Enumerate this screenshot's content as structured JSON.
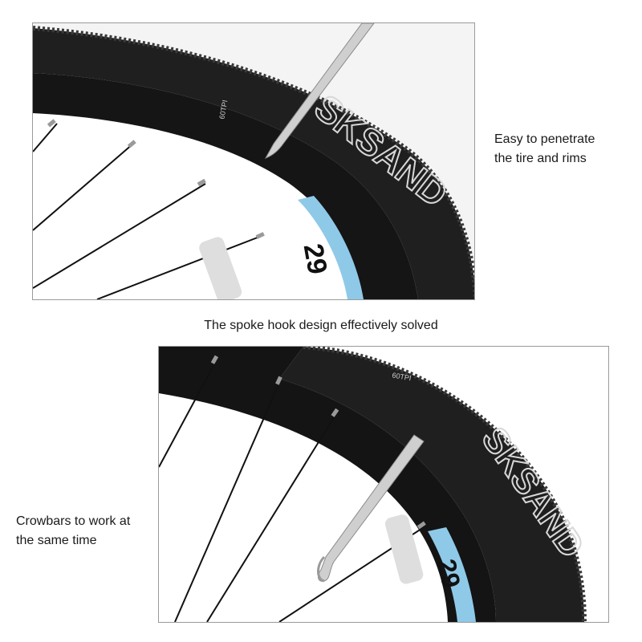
{
  "captions": {
    "top_line1": "Easy to penetrate",
    "top_line2": "the tire and rims",
    "middle": "The spoke hook design effectively solved",
    "bottom_line1": "Crowbars to work at",
    "bottom_line2": "the same time"
  },
  "tire": {
    "brand_text": "SKSAND",
    "rim_size_text": "29",
    "small_label": "60TPI"
  },
  "colors": {
    "tire": "#1c1c1c",
    "tread": "#2e2e2e",
    "rim": "#141414",
    "rim_decal": "#8fc9e8",
    "lever": "#c9c9c9",
    "spoke": "#111111"
  }
}
